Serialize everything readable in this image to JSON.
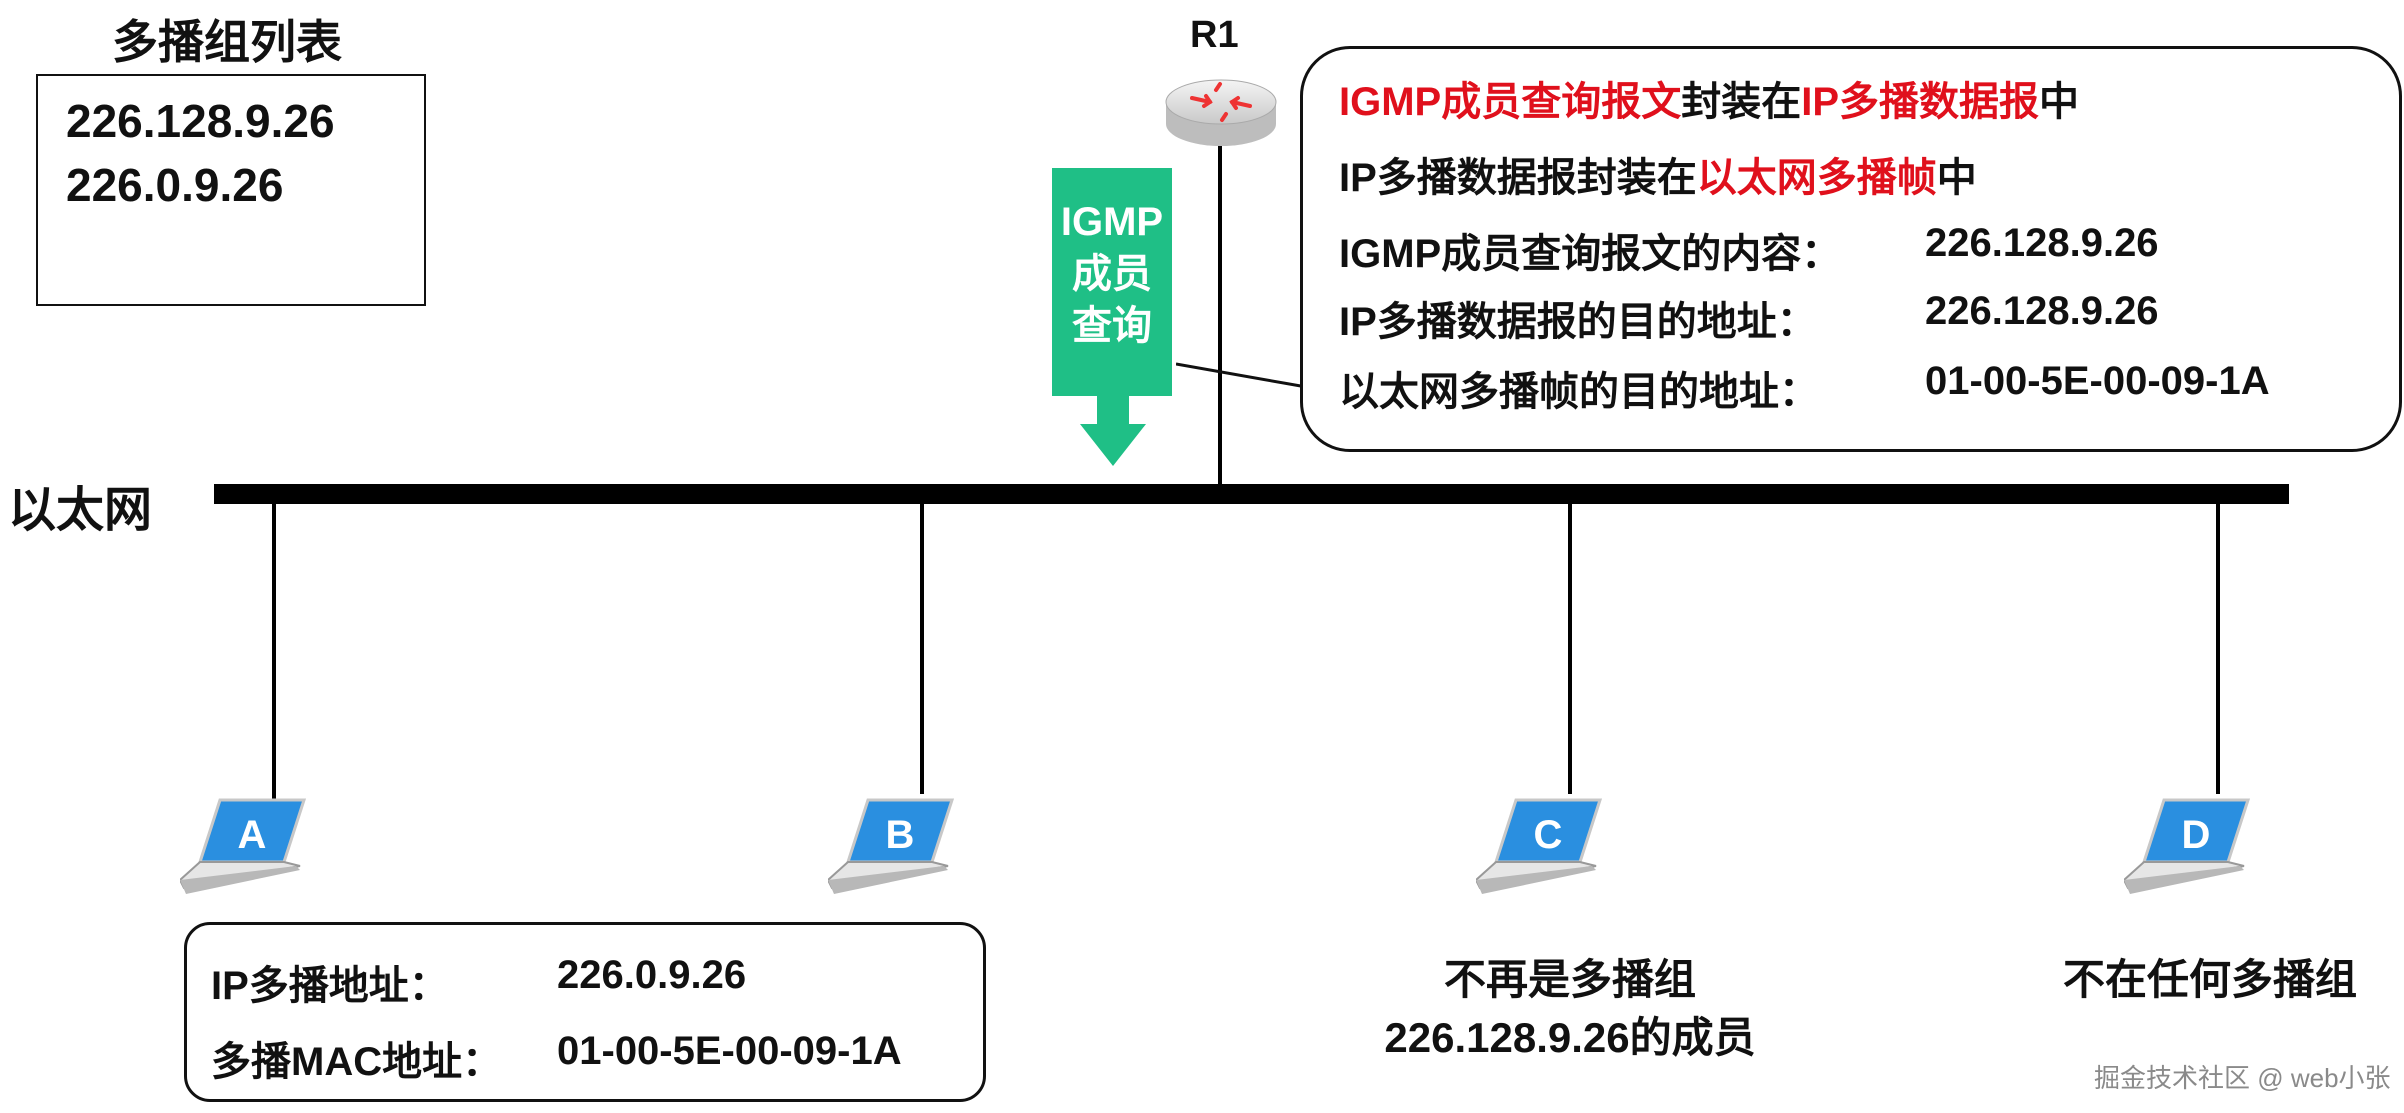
{
  "group_list": {
    "title": "多播组列表",
    "entries": [
      "226.128.9.26",
      "226.0.9.26"
    ]
  },
  "ethernet_label": "以太网",
  "router": {
    "label": "R1"
  },
  "igmp_arrow": {
    "lines": [
      "IGMP",
      "成员",
      "查询"
    ],
    "color": "#1fbf86"
  },
  "callout": {
    "line1": {
      "part1": "IGMP成员查询报文",
      "part2": "封装在",
      "part3": "IP多播数据报",
      "part4": "中"
    },
    "line2": {
      "part1": "IP多播数据报封装在",
      "part2": "以太网多播帧",
      "part3": "中"
    },
    "rows": [
      {
        "label": "IGMP成员查询报文的内容：",
        "value": "226.128.9.26"
      },
      {
        "label": "IP多播数据报的目的地址：",
        "value": "226.128.9.26"
      },
      {
        "label": "以太网多播帧的目的地址：",
        "value": "01-00-5E-00-09-1A"
      }
    ],
    "highlight_color": "#e0101c"
  },
  "hosts": [
    {
      "label": "A"
    },
    {
      "label": "B"
    },
    {
      "label": "C"
    },
    {
      "label": "D"
    }
  ],
  "host_a_info": {
    "ip_label": "IP多播地址：",
    "ip_value": "226.0.9.26",
    "mac_label": "多播MAC地址：",
    "mac_value": "01-00-5E-00-09-1A"
  },
  "host_c_note": {
    "line1": "不再是多播组",
    "line2": "226.128.9.26的成员"
  },
  "host_d_note": "不在任何多播组",
  "watermark": "掘金技术社区 @ web小张"
}
